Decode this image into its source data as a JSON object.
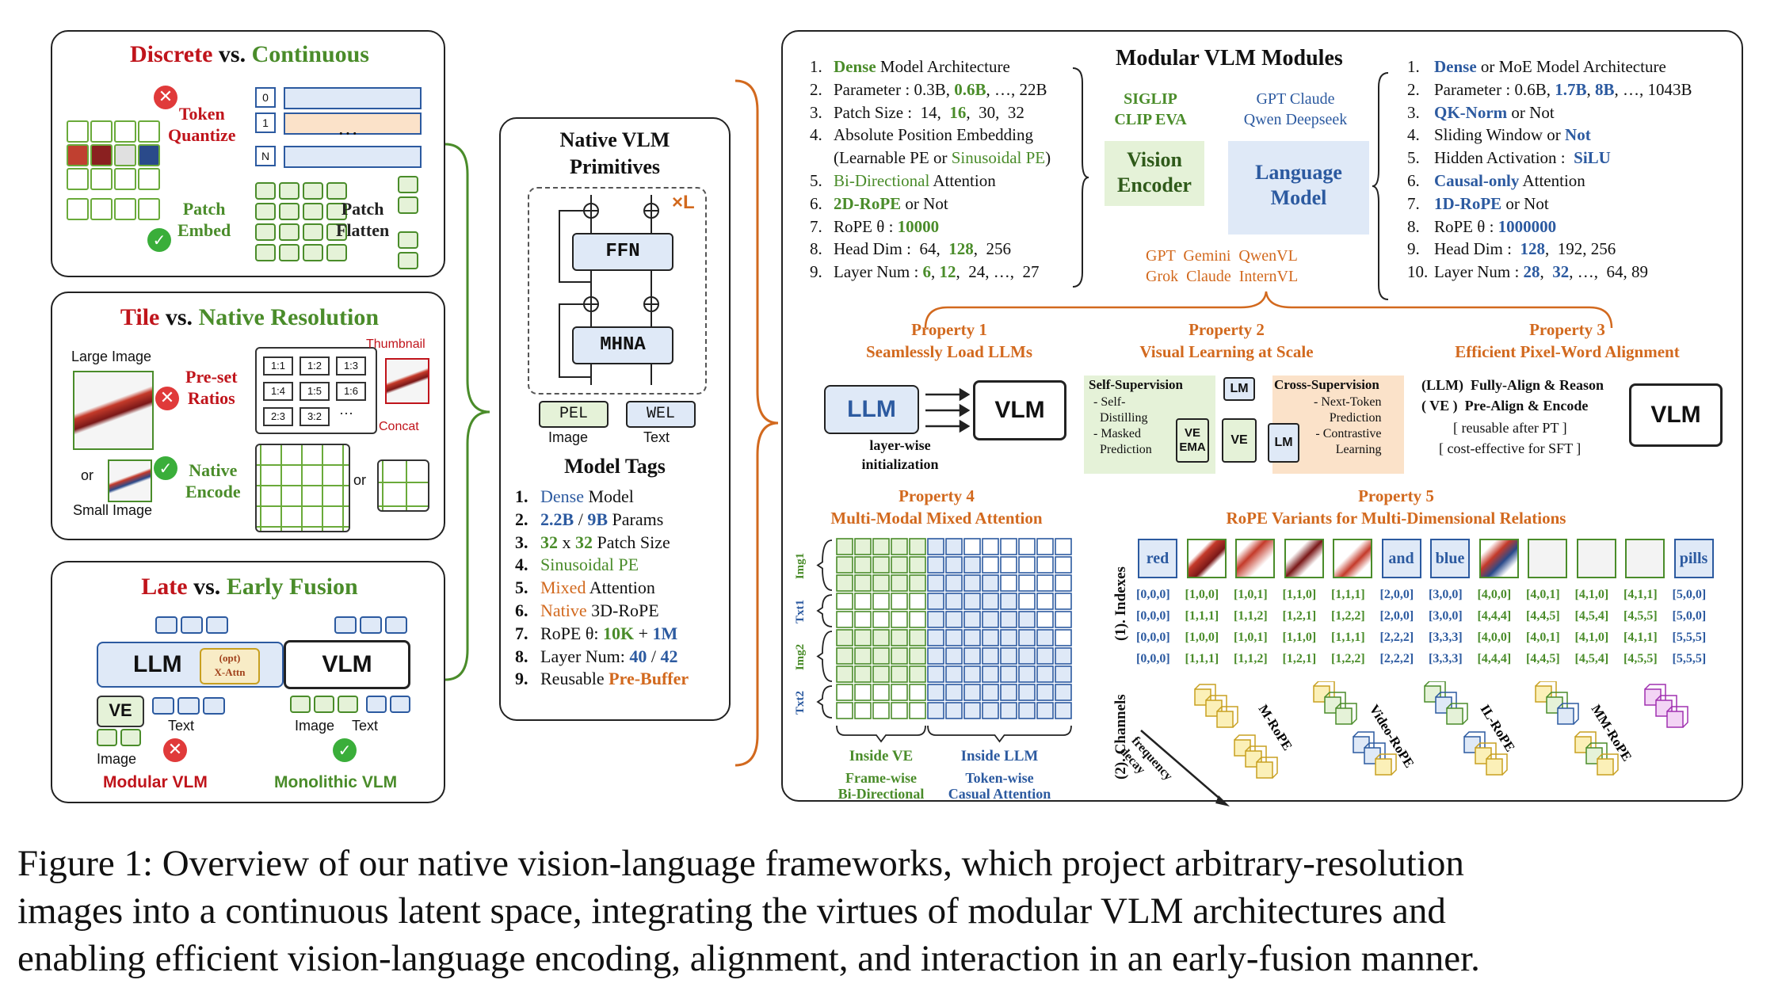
{
  "left": {
    "p1": {
      "title_a": "Discrete",
      "title_vs": " vs. ",
      "title_b": "Continuous",
      "token_quantize": "Token\nQuantize",
      "patch_embed": "Patch\nEmbed",
      "patch_flatten": "Patch\nFlatten",
      "idx0": "0",
      "idx1": "1",
      "idxN": "N",
      "dots": "···"
    },
    "p2": {
      "title_a": "Tile",
      "title_vs": " vs. ",
      "title_b": "Native Resolution",
      "large_image": "Large Image",
      "small_image": "Small Image",
      "or1": "or",
      "or2": "or",
      "preset": "Pre-set\nRatios",
      "native_encode": "Native\nEncode",
      "thumbnail": "Thumbnail",
      "concat": "Concat",
      "ratios": [
        "1:1",
        "1:2",
        "1:3",
        "1:4",
        "1:5",
        "1:6",
        "2:3",
        "3:2",
        "···"
      ]
    },
    "p3": {
      "title_a": "Late",
      "title_vs": " vs. ",
      "title_b": "Early Fusion",
      "llm": "LLM",
      "xattn": "(opt)\nX-Attn",
      "ve": "VE",
      "text1": "Text",
      "image1": "Image",
      "modular": "Modular VLM",
      "vlm": "VLM",
      "image2": "Image",
      "text2": "Text",
      "monolithic": "Monolithic VLM"
    }
  },
  "mid": {
    "title": "Native VLM\nPrimitives",
    "xl": "×L",
    "ffn": "FFN",
    "mhna": "MHNA",
    "pel": "PEL",
    "wel": "WEL",
    "image": "Image",
    "text": "Text",
    "tags_title": "Model Tags",
    "tags": [
      {
        "n": "1.",
        "parts": [
          {
            "t": "Dense",
            "c": "blu"
          },
          {
            "t": " Model",
            "c": ""
          }
        ]
      },
      {
        "n": "2.",
        "parts": [
          {
            "t": "2.2B",
            "c": "blu bold"
          },
          {
            "t": " / ",
            "c": ""
          },
          {
            "t": "9B",
            "c": "blu bold"
          },
          {
            "t": " Params",
            "c": ""
          }
        ]
      },
      {
        "n": "3.",
        "parts": [
          {
            "t": "32",
            "c": "grn bold"
          },
          {
            "t": " x ",
            "c": ""
          },
          {
            "t": "32",
            "c": "grn bold"
          },
          {
            "t": " Patch Size",
            "c": ""
          }
        ]
      },
      {
        "n": "4.",
        "parts": [
          {
            "t": "Sinusoidal PE",
            "c": "grn"
          }
        ]
      },
      {
        "n": "5.",
        "parts": [
          {
            "t": "Mixed",
            "c": "org"
          },
          {
            "t": " Attention",
            "c": ""
          }
        ]
      },
      {
        "n": "6.",
        "parts": [
          {
            "t": "Native",
            "c": "org"
          },
          {
            "t": " 3D-RoPE",
            "c": ""
          }
        ]
      },
      {
        "n": "7.",
        "parts": [
          {
            "t": "RoPE θ: ",
            "c": ""
          },
          {
            "t": "10K",
            "c": "grn bold"
          },
          {
            "t": " + ",
            "c": ""
          },
          {
            "t": "1M",
            "c": "blu bold"
          }
        ]
      },
      {
        "n": "8.",
        "parts": [
          {
            "t": "Layer Num: ",
            "c": ""
          },
          {
            "t": "40",
            "c": "blu bold"
          },
          {
            "t": " / ",
            "c": ""
          },
          {
            "t": "42",
            "c": "blu bold"
          }
        ]
      },
      {
        "n": "9.",
        "parts": [
          {
            "t": "Reusable ",
            "c": ""
          },
          {
            "t": "Pre-Buffer",
            "c": "org bold"
          }
        ]
      }
    ]
  },
  "right": {
    "title": "Modular VLM Modules",
    "vis_models": "SIGLIP\nCLIP EVA",
    "lang_models": "GPT Claude\nQwen Deepseek",
    "vision_encoder": "Vision\nEncoder",
    "language_model": "Language\nModel",
    "vlm_models_a": "GPT  Gemini  QwenVL",
    "vlm_models_b": "Grok  Claude  InternVL",
    "vis_list": [
      {
        "n": "1.",
        "parts": [
          {
            "t": "Dense",
            "c": "grn bold"
          },
          {
            "t": " Model Architecture",
            "c": ""
          }
        ]
      },
      {
        "n": "2.",
        "parts": [
          {
            "t": "Parameter : 0.3B, ",
            "c": ""
          },
          {
            "t": "0.6B",
            "c": "grn bold"
          },
          {
            "t": ", …, 22B",
            "c": ""
          }
        ]
      },
      {
        "n": "3.",
        "parts": [
          {
            "t": "Patch Size :  14,  ",
            "c": ""
          },
          {
            "t": "16",
            "c": "grn bold"
          },
          {
            "t": ",  30,  32",
            "c": ""
          }
        ]
      },
      {
        "n": "4.",
        "parts": [
          {
            "t": "Absolute Position Embedding",
            "c": ""
          }
        ]
      },
      {
        "n": "",
        "parts": [
          {
            "t": "(Learnable PE or ",
            "c": ""
          },
          {
            "t": "Sinusoidal PE",
            "c": "grn"
          },
          {
            "t": ")",
            "c": ""
          }
        ]
      },
      {
        "n": "5.",
        "parts": [
          {
            "t": "Bi-Directional",
            "c": "grn"
          },
          {
            "t": " Attention",
            "c": ""
          }
        ]
      },
      {
        "n": "6.",
        "parts": [
          {
            "t": "2D-RoPE",
            "c": "grn bold"
          },
          {
            "t": " or Not",
            "c": ""
          }
        ]
      },
      {
        "n": "7.",
        "parts": [
          {
            "t": "RoPE θ : ",
            "c": ""
          },
          {
            "t": "10000",
            "c": "grn bold"
          }
        ]
      },
      {
        "n": "8.",
        "parts": [
          {
            "t": "Head Dim :  64,  ",
            "c": ""
          },
          {
            "t": "128",
            "c": "grn bold"
          },
          {
            "t": ",  256",
            "c": ""
          }
        ]
      },
      {
        "n": "9.",
        "parts": [
          {
            "t": "Layer Num : ",
            "c": ""
          },
          {
            "t": "6",
            "c": "grn bold"
          },
          {
            "t": ", ",
            "c": ""
          },
          {
            "t": "12",
            "c": "grn bold"
          },
          {
            "t": ",  24, …,  27",
            "c": ""
          }
        ]
      }
    ],
    "lang_list": [
      {
        "n": "1.",
        "parts": [
          {
            "t": "Dense",
            "c": "blu bold"
          },
          {
            "t": " or MoE Model Architecture",
            "c": ""
          }
        ]
      },
      {
        "n": "2.",
        "parts": [
          {
            "t": "Parameter : 0.6B, ",
            "c": ""
          },
          {
            "t": "1.7B",
            "c": "blu bold"
          },
          {
            "t": ", ",
            "c": ""
          },
          {
            "t": "8B",
            "c": "blu bold"
          },
          {
            "t": ", …, 1043B",
            "c": ""
          }
        ]
      },
      {
        "n": "3.",
        "parts": [
          {
            "t": "QK-Norm",
            "c": "blu bold"
          },
          {
            "t": " or Not",
            "c": ""
          }
        ]
      },
      {
        "n": "4.",
        "parts": [
          {
            "t": "Sliding Window or ",
            "c": ""
          },
          {
            "t": "Not",
            "c": "blu bold"
          }
        ]
      },
      {
        "n": "5.",
        "parts": [
          {
            "t": "Hidden Activation :  ",
            "c": ""
          },
          {
            "t": "SiLU",
            "c": "blu bold"
          }
        ]
      },
      {
        "n": "6.",
        "parts": [
          {
            "t": "Causal-only",
            "c": "blu bold"
          },
          {
            "t": " Attention",
            "c": ""
          }
        ]
      },
      {
        "n": "7.",
        "parts": [
          {
            "t": "1D-RoPE",
            "c": "blu bold"
          },
          {
            "t": " or Not",
            "c": ""
          }
        ]
      },
      {
        "n": "8.",
        "parts": [
          {
            "t": "RoPE θ : ",
            "c": ""
          },
          {
            "t": "1000000",
            "c": "blu bold"
          }
        ]
      },
      {
        "n": "9.",
        "parts": [
          {
            "t": "Head Dim :  ",
            "c": ""
          },
          {
            "t": "128",
            "c": "blu bold"
          },
          {
            "t": ",  192, 256",
            "c": ""
          }
        ]
      },
      {
        "n": "10.",
        "parts": [
          {
            "t": "Layer Num : ",
            "c": ""
          },
          {
            "t": "28",
            "c": "blu bold"
          },
          {
            "t": ",  ",
            "c": ""
          },
          {
            "t": "32",
            "c": "blu bold"
          },
          {
            "t": ", …,  64, 89",
            "c": ""
          }
        ]
      }
    ],
    "prop1": {
      "title": "Property 1\nSeamlessly Load LLMs",
      "llm": "LLM",
      "vlm": "VLM",
      "init": "layer-wise\ninitialization"
    },
    "prop2": {
      "title": "Property 2\nVisual Learning at Scale",
      "self_sup": "Self-Supervision",
      "self_items": "- Self-\n  Distilling\n- Masked\n  Prediction",
      "cross_sup": "Cross-Supervision",
      "cross_items": "- Next-Token\n  Prediction\n- Contrastive\n  Learning",
      "lm": "LM",
      "ve_ema": "VE\nEMA",
      "ve": "VE",
      "lm2": "LM"
    },
    "prop3": {
      "title": "Property 3\nEfficient Pixel-Word Alignment",
      "l1": "(LLM)  Fully-Align & Reason",
      "l2": "( VE )  Pre-Align & Encode",
      "l3": "[ reusable after PT ]",
      "l4": "[ cost-effective for SFT ]",
      "vlm": "VLM"
    },
    "prop4": {
      "title": "Property 4\nMulti-Modal Mixed Attention",
      "rows": [
        "Img1",
        "Txt1",
        "Img2",
        "Txt2"
      ],
      "inside_ve": "Inside VE",
      "inside_llm": "Inside LLM",
      "frame": "Frame-wise\nBi-Directional",
      "token": "Token-wise\nCasual Attention"
    },
    "prop5": {
      "title": "Property 5\nRoPE Variants for Multi-Dimensional Relations",
      "indexes_label": "(1). Indexes",
      "channels_label": "(2). Channels",
      "freq": "frequency\ndecay",
      "tokens": [
        "red",
        "",
        "",
        "",
        "",
        "and",
        "blue",
        "",
        "",
        "",
        "",
        "pills"
      ],
      "index_rows": [
        [
          "[0,0,0]",
          "[1,0,0]",
          "[1,0,1]",
          "[1,1,0]",
          "[1,1,1]",
          "[2,0,0]",
          "[3,0,0]",
          "[4,0,0]",
          "[4,0,1]",
          "[4,1,0]",
          "[4,1,1]",
          "[5,0,0]"
        ],
        [
          "[0,0,0]",
          "[1,1,1]",
          "[1,1,2]",
          "[1,2,1]",
          "[1,2,2]",
          "[2,0,0]",
          "[3,0,0]",
          "[4,4,4]",
          "[4,4,5]",
          "[4,5,4]",
          "[4,5,5]",
          "[5,0,0]"
        ],
        [
          "[0,0,0]",
          "[1,0,0]",
          "[1,0,1]",
          "[1,1,0]",
          "[1,1,1]",
          "[2,2,2]",
          "[3,3,3]",
          "[4,0,0]",
          "[4,0,1]",
          "[4,1,0]",
          "[4,1,1]",
          "[5,5,5]"
        ],
        [
          "[0,0,0]",
          "[1,1,1]",
          "[1,1,2]",
          "[1,2,1]",
          "[1,2,2]",
          "[2,2,2]",
          "[3,3,3]",
          "[4,4,4]",
          "[4,4,5]",
          "[4,5,4]",
          "[4,5,5]",
          "[5,5,5]"
        ]
      ],
      "variants": [
        "M-RoPE",
        "Video-RoPE",
        "IL-RoPE",
        "MM-RoPE"
      ]
    }
  },
  "caption": [
    "Figure 1: Overview of our native vision-language frameworks, which project arbitrary-resolution",
    "images into a continuous latent space, integrating the virtues of modular VLM architectures and",
    "enabling efficient vision-language encoding, alignment, and interaction in an early-fusion manner."
  ],
  "colors": {
    "red": "#c0141b",
    "green": "#4a8c2a",
    "blue": "#2c5aa0",
    "orange": "#d2691e",
    "light_blue": "#dfe9f7",
    "light_green": "#e5f2d8"
  }
}
